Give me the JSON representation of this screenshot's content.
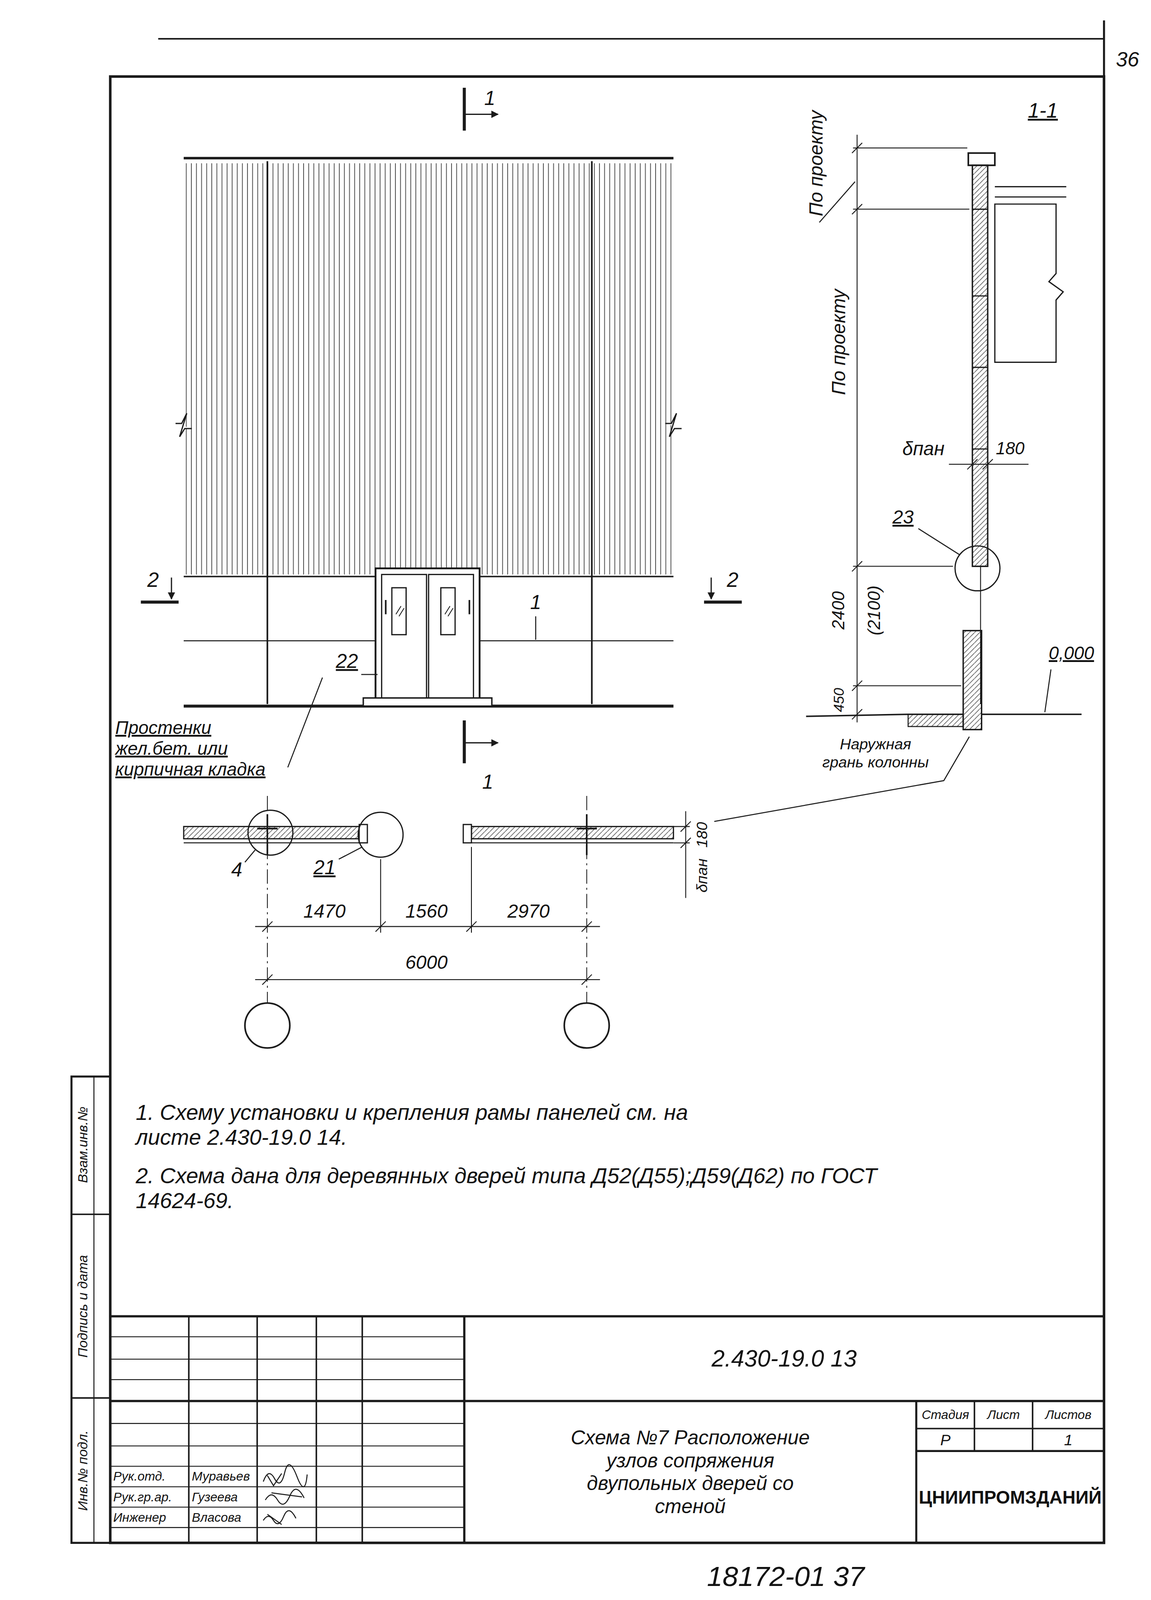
{
  "diagram": {
    "nodes": [
      {
        "text": [
          "2.430-19.0 13"
        ]
      },
      {
        "text": [
          "Схема №7 Расположение узлов сопряжения двупольных дверей со стеной"
        ]
      },
      {
        "text": [
          "Стадия"
        ]
      },
      {
        "text": [
          "Лист"
        ]
      },
      {
        "text": [
          "Листов"
        ]
      },
      {
        "text": [
          "Р"
        ]
      },
      {
        "text": [
          "1"
        ]
      },
      {
        "text": [
          "ЦНИИПРОМЗДАНИЙ"
        ]
      }
    ],
    "labels": [
      "36",
      "1",
      "1-1",
      "По проекту",
      "По проекту",
      "δпан",
      "180",
      "23",
      "2400",
      "(2100)",
      "450",
      "0,000",
      "2",
      "2",
      "1",
      "22",
      "Простенки жел.бет. или кирпичная кладка",
      "1",
      "Наружная грань колонны",
      "180",
      "4",
      "21",
      "δпан",
      "1470",
      "1560",
      "2970",
      "6000",
      "1. Схему установки и крепления рамы панелей см. на листе 2.430-19.0 14.",
      "2. Схема дана для деревянных дверей типа Д52(Д55);Д59(Д62) по ГОСТ 14624-69.",
      "Взам.инв.№",
      "Подпись и дата",
      "Инв.№ подл.",
      "Рук.отд.",
      "Муравьев",
      "Рук.гр.ар.",
      "Гузеева",
      "Инженер",
      "Власова",
      "18172-01 37"
    ]
  }
}
